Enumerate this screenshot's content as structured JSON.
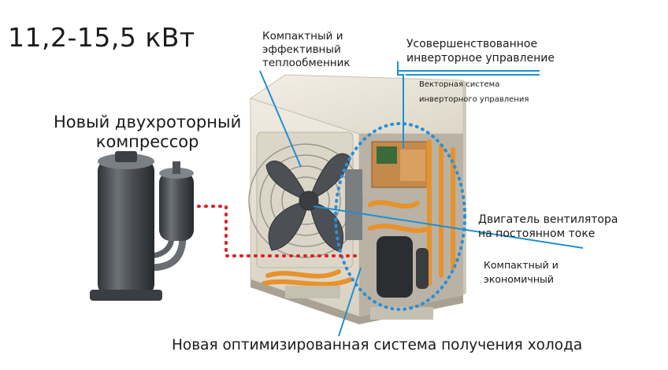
{
  "title": "11,2-15,5 кВт",
  "callouts": {
    "compressor": [
      "Новый двухроторный",
      "компрессор"
    ],
    "heat_exchanger": [
      "Компактный и",
      "эффективный",
      "теплообменник"
    ],
    "inverter": [
      "Усовершенствованное",
      "инверторное управление"
    ],
    "vector": [
      "Векторная система",
      "инверторного управления"
    ],
    "fan_motor": [
      "Двигатель вентилятора",
      "на постоянном токе"
    ],
    "compact": [
      "Компактный и",
      "экономичный"
    ],
    "cooling_system": "Новая оптимизированная система получения холода"
  },
  "colors": {
    "leader_line": "#1f8fd0",
    "dotted_highlight": "#2a8fd8",
    "red_dots": "#e02020",
    "casing": "#e6e1d4",
    "copper": "#e8922a",
    "compressor_body": "#5a5e63"
  }
}
